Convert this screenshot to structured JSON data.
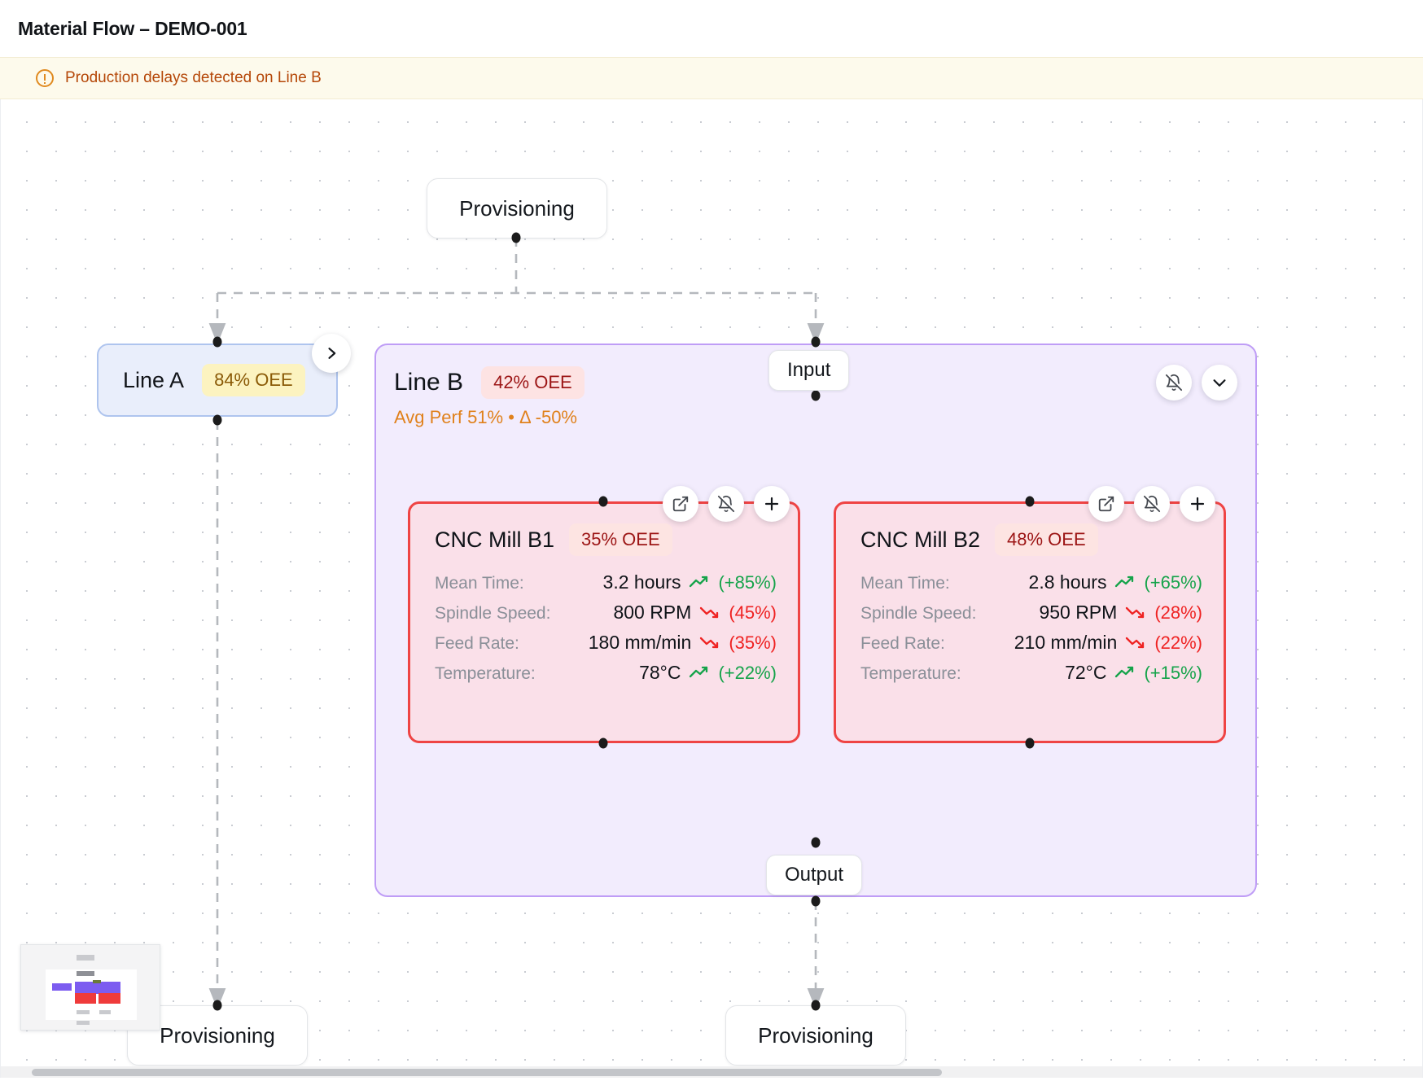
{
  "header": {
    "title": "Material Flow – DEMO-001"
  },
  "alert": {
    "icon": "alert-circle-icon",
    "message": "Production delays detected on Line B"
  },
  "canvas": {
    "nodes": {
      "provisioning_top": {
        "label": "Provisioning"
      },
      "provisioning_bottom_left": {
        "label": "Provisioning"
      },
      "provisioning_bottom_right": {
        "label": "Provisioning"
      },
      "line_a": {
        "name": "Line A",
        "oee_badge": "84% OEE",
        "badge_color": "#fcf3c0",
        "badge_text_color": "#8a5a07",
        "border_color": "#aec4ee",
        "expand_icon": "chevron-right-icon"
      },
      "line_b": {
        "name": "Line B",
        "oee_badge": "42% OEE",
        "subtitle": "Avg Perf 51% • Δ -50%",
        "subtitle_color": "#e0811c",
        "badge_color": "#fde3e3",
        "badge_text_color": "#9c1515",
        "border_color": "#bf9df6",
        "mute_icon": "bell-off-icon",
        "collapse_icon": "chevron-down-icon",
        "input_label": "Input",
        "output_label": "Output"
      }
    },
    "machines": [
      {
        "name": "CNC Mill B1",
        "oee_badge": "35% OEE",
        "status_color": "#ef4444",
        "actions": [
          "external-link-icon",
          "bell-off-icon",
          "plus-icon"
        ],
        "metrics": [
          {
            "label": "Mean Time:",
            "value": "3.2 hours",
            "delta": "(+85%)",
            "direction": "up"
          },
          {
            "label": "Spindle Speed:",
            "value": "800 RPM",
            "delta": "(45%)",
            "direction": "down"
          },
          {
            "label": "Feed Rate:",
            "value": "180 mm/min",
            "delta": "(35%)",
            "direction": "down"
          },
          {
            "label": "Temperature:",
            "value": "78°C",
            "delta": "(+22%)",
            "direction": "up"
          }
        ]
      },
      {
        "name": "CNC Mill B2",
        "oee_badge": "48% OEE",
        "status_color": "#ef4444",
        "actions": [
          "external-link-icon",
          "bell-off-icon",
          "plus-icon"
        ],
        "metrics": [
          {
            "label": "Mean Time:",
            "value": "2.8 hours",
            "delta": "(+65%)",
            "direction": "up"
          },
          {
            "label": "Spindle Speed:",
            "value": "950 RPM",
            "delta": "(28%)",
            "direction": "down"
          },
          {
            "label": "Feed Rate:",
            "value": "210 mm/min",
            "delta": "(22%)",
            "direction": "down"
          },
          {
            "label": "Temperature:",
            "value": "72°C",
            "delta": "(+15%)",
            "direction": "up"
          }
        ]
      }
    ]
  },
  "colors": {
    "delta_up": "#15a34a",
    "delta_down": "#ef2222",
    "alert_text": "#b54708",
    "alert_bg": "#fdfaec"
  }
}
